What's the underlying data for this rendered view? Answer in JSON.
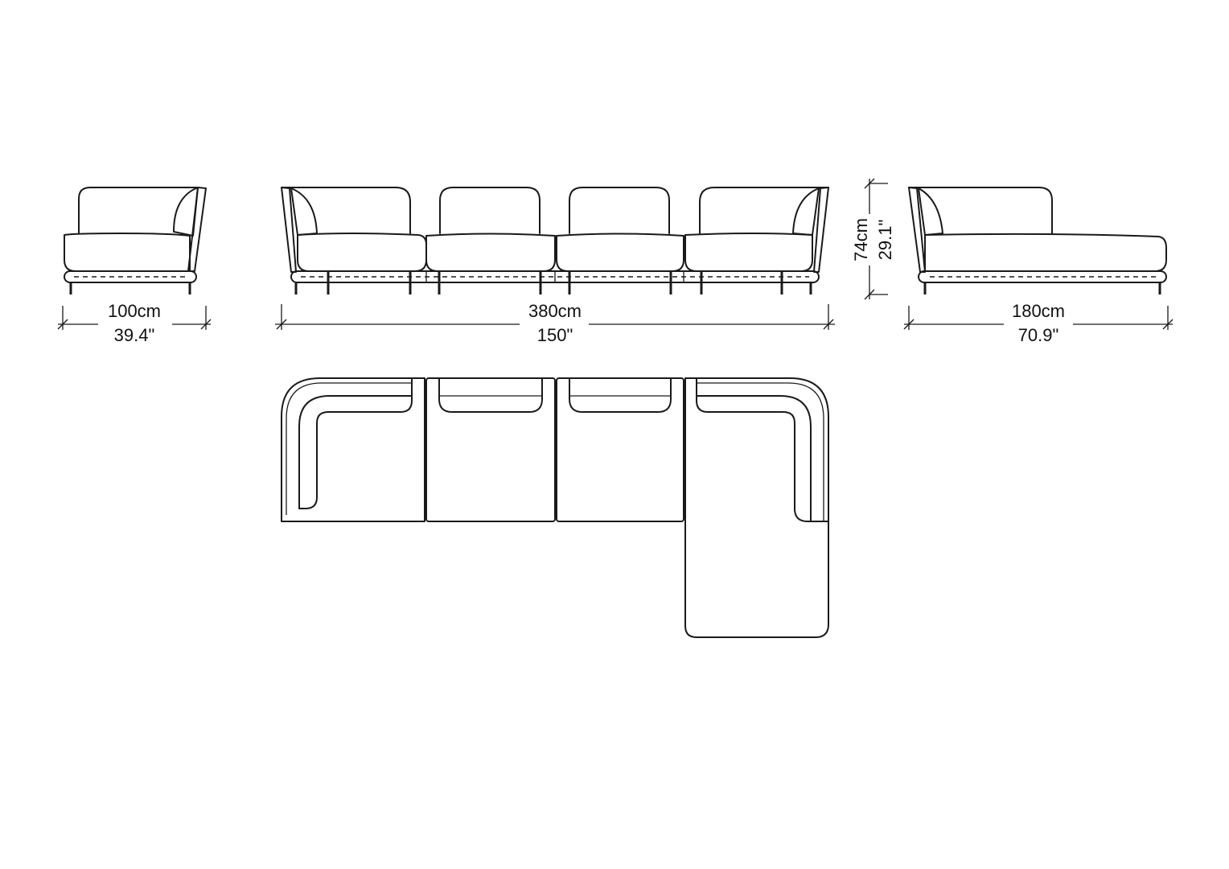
{
  "dimensions": {
    "armchair_width": {
      "metric": "100cm",
      "imperial": "39.4\""
    },
    "sofa_width": {
      "metric": "380cm",
      "imperial": "150\""
    },
    "height": {
      "metric": "74cm",
      "imperial": "29.1\""
    },
    "chaise_depth": {
      "metric": "180cm",
      "imperial": "70.9\""
    }
  },
  "colors": {
    "line": "#1a1a1a",
    "background": "#ffffff"
  }
}
